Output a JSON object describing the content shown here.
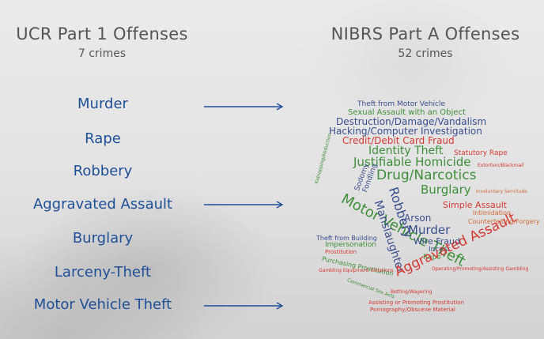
{
  "left": {
    "title": "UCR Part 1 Offenses",
    "subtitle": "7 crimes",
    "offenses": [
      "Murder",
      "Rape",
      "Robbery",
      "Aggravated Assault",
      "Burglary",
      "Larceny-Theft",
      "Motor Vehicle Theft"
    ]
  },
  "right": {
    "title": "NIBRS Part A Offenses",
    "subtitle": "52 crimes"
  },
  "arrow_color": "#1f4f96",
  "wordcloud": [
    "Theft from Motor Vehicle",
    "Sexual Assault with an Object",
    "Destruction/Damage/Vandalism",
    "Hacking/Computer Investigation",
    "Credit/Debit Card Fraud",
    "Identity Theft",
    "Statutory Rape",
    "Justifiable Homicide",
    "Drug/Narcotics",
    "Motor Vehicle Theft",
    "Burglary",
    "Robbery",
    "Manslaughter",
    "Sodomy",
    "Fondling",
    "Arson",
    "Simple Assault",
    "Intimidation",
    "Counterfeiting/Forgery",
    "Murder",
    "Wire Fraud",
    "Incest",
    "Rape",
    "Aggravated Assault",
    "Theft from Building",
    "Impersonation",
    "Prostitution",
    "Purchasing Prostitution",
    "Gambling Equipment Violations",
    "Betting/Wagering",
    "Assisting or Promoting Prostitution",
    "Pornography/Obscene Material",
    "Kidnapping/Abduction",
    "Extortion/Blackmail",
    "Involuntary Servitude",
    "Commercial Sex Acts",
    "Operating/Promoting/Assisting Gambling"
  ]
}
